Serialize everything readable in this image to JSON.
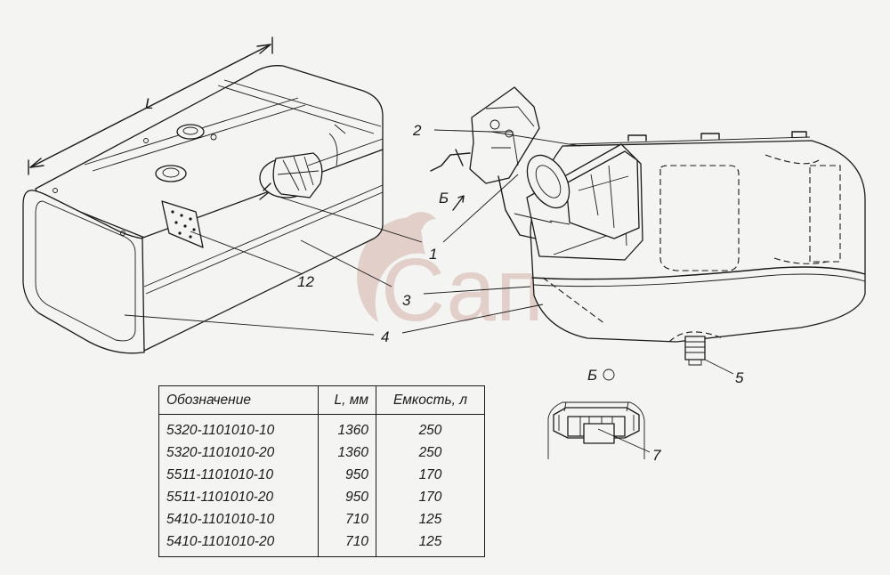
{
  "watermark": {
    "text": "Сапсан",
    "color": "#e2cfc9"
  },
  "labels": {
    "dimension_L": "L",
    "callout_1": "1",
    "callout_2": "2",
    "callout_3": "3",
    "callout_4": "4",
    "callout_5": "5",
    "callout_7": "7",
    "callout_12": "12",
    "view_B": "Б",
    "view_B_detail": "Б"
  },
  "table": {
    "headers": [
      "Обозначение",
      "L, мм",
      "Емкость, л"
    ],
    "rows": [
      [
        "5320-1101010-10",
        "1360",
        "250"
      ],
      [
        "5320-1101010-20",
        "1360",
        "250"
      ],
      [
        "5511-1101010-10",
        "950",
        "170"
      ],
      [
        "5511-1101010-20",
        "950",
        "170"
      ],
      [
        "5410-1101010-10",
        "710",
        "125"
      ],
      [
        "5410-1101010-20",
        "710",
        "125"
      ]
    ]
  }
}
